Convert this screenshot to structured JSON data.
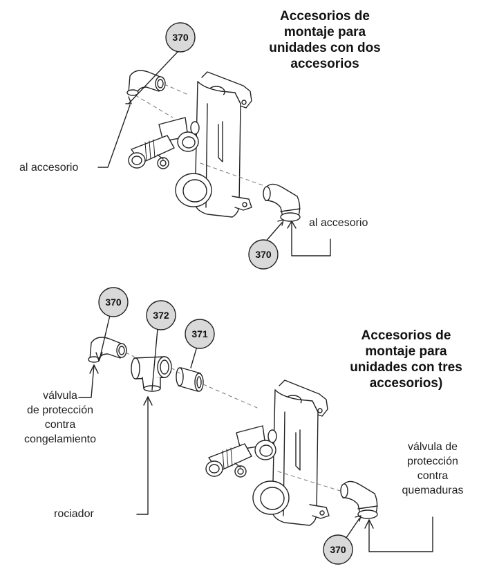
{
  "top": {
    "title": "Accesorios de\nmontaje para\nunidades con dos\naccesorios",
    "label_left": "al accesorio",
    "label_right": "al accesorio",
    "badge_upper": "370",
    "badge_lower": "370"
  },
  "bottom": {
    "title": "Accesorios de\nmontaje para\nunidades con tres\naccesorios)",
    "badge_a": "370",
    "badge_b": "372",
    "badge_c": "371",
    "badge_d": "370",
    "label_freeze": "válvula\nde protección\ncontra\ncongelamiento",
    "label_sprayer": "rociador",
    "label_scald": "válvula de\nprotección\ncontra\nquemaduras"
  },
  "colors": {
    "badge_fill": "#d9d9d9",
    "stroke": "#222222",
    "text": "#111111"
  }
}
